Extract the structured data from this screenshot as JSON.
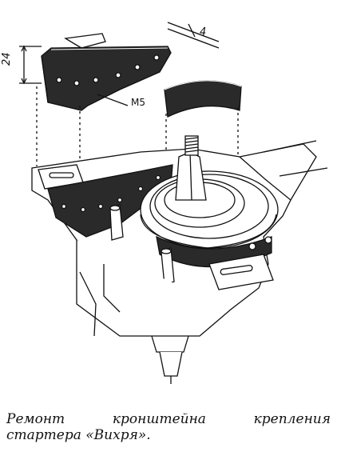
{
  "labels": {
    "dim_height": "24",
    "dim_width": "4",
    "thread": "M5"
  },
  "caption": {
    "words_line1": [
      "Ремонт",
      "кронштейна",
      "крепления"
    ],
    "line2": "стартера «Вихря»."
  },
  "colors": {
    "ink": "#111111",
    "shade": "#2a2a2a",
    "paper": "#ffffff"
  }
}
